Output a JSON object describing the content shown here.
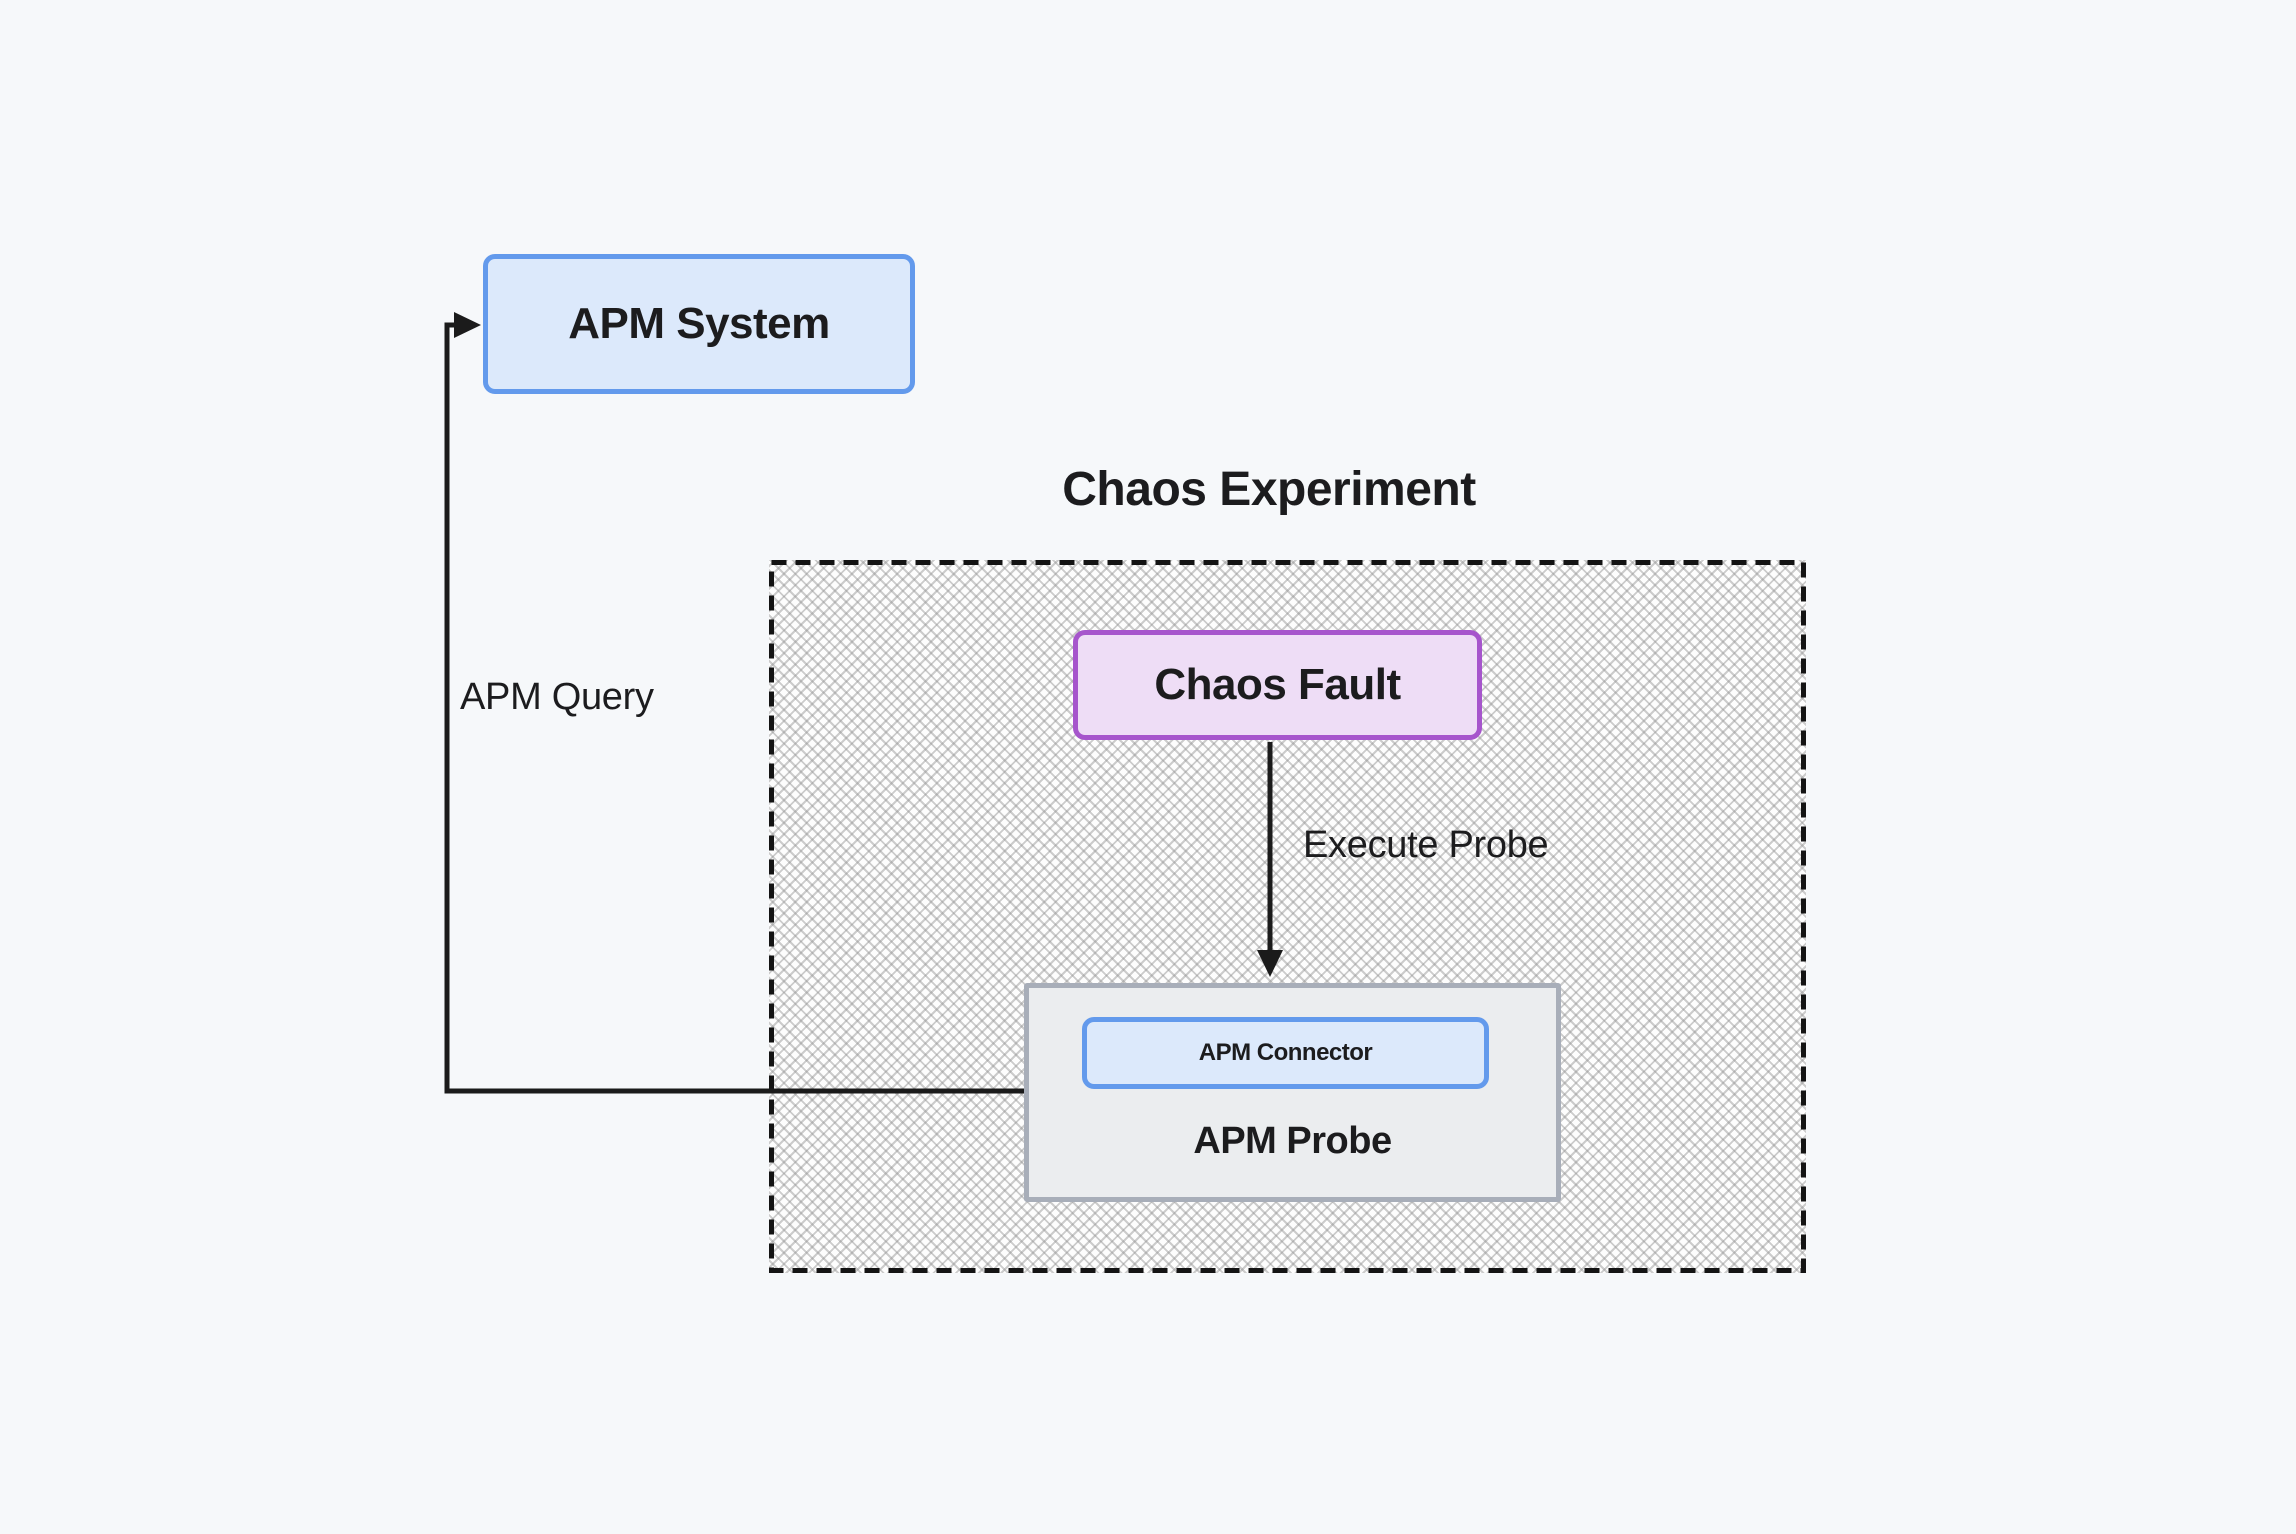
{
  "diagram": {
    "title": "Chaos Experiment",
    "nodes": {
      "apm_system": {
        "label": "APM System"
      },
      "chaos_fault": {
        "label": "Chaos Fault"
      },
      "apm_probe": {
        "label": "APM Probe"
      },
      "apm_connector": {
        "label": "APM Connector"
      }
    },
    "edges": {
      "apm_query": {
        "label": "APM Query",
        "from": "APM Probe",
        "to": "APM System"
      },
      "execute_probe": {
        "label": "Execute Probe",
        "from": "Chaos Fault",
        "to": "APM Probe"
      }
    },
    "colors": {
      "background": "#f6f8fa",
      "blue_node_fill": "#dce9fb",
      "blue_node_border": "#639aec",
      "purple_node_fill": "#eeddf6",
      "purple_node_border": "#a655cc",
      "gray_node_fill": "#ebedef",
      "gray_node_border": "#a8aeb9",
      "hatch_line": "#919191",
      "line": "#1b1b1b",
      "text": "#1c1c1e"
    }
  }
}
